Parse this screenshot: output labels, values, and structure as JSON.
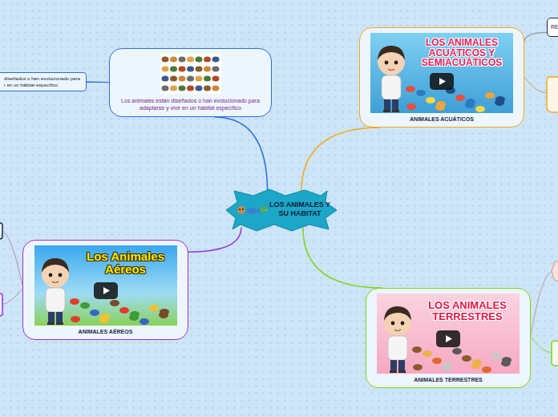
{
  "diagram": {
    "nodes": [
      {
        "text": [
          "LOS ANIMALES Y SU HABITAT"
        ]
      },
      {
        "text": [
          "Los animales están diseñados o han evolucionado para adaptarse y vivir en un hábitat específico"
        ]
      },
      {
        "text": [
          "diseñados o han evolucionado para r en un hábitat específico"
        ]
      },
      {
        "text": [
          "LOS ANIMALES ACUÁTICOS Y SEMIACUÁTICOS",
          "ANIMALES ACUÁTICOS"
        ]
      },
      {
        "text": [
          "RE"
        ]
      },
      {
        "text": [
          "Los Animales Aéreos",
          "ANIMALES AÉREOS"
        ]
      },
      {
        "text": [
          "LOS ANIMALES TERRESTRES",
          "ANIMALES TERRESTRES"
        ]
      }
    ],
    "edges": [
      {
        "from": 0,
        "to": 1,
        "arrow": "none"
      },
      {
        "from": 0,
        "to": 3,
        "arrow": "none"
      },
      {
        "from": 0,
        "to": 5,
        "arrow": "none"
      },
      {
        "from": 0,
        "to": 6,
        "arrow": "none"
      },
      {
        "from": 1,
        "to": 2,
        "arrow": "none"
      },
      {
        "from": 3,
        "to": 4,
        "arrow": "none"
      }
    ]
  }
}
